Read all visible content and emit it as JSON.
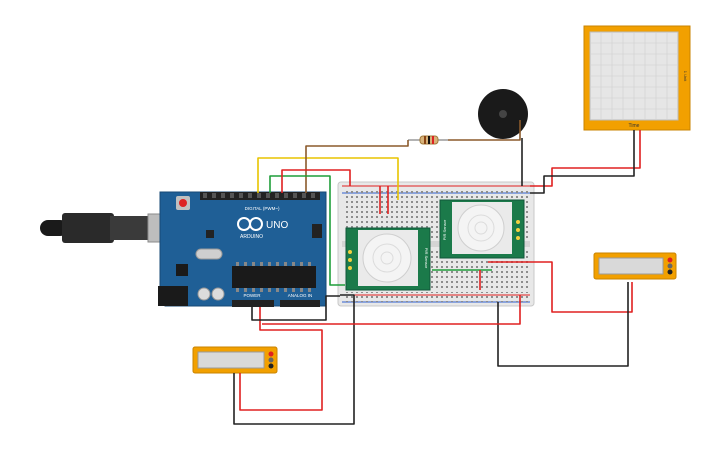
{
  "arduino": {
    "brand": "UNO",
    "logo": "ARDUINO",
    "digital_header": "DIGITAL (PWM~)",
    "power_header": "POWER",
    "analog_header": "ANALOG IN"
  },
  "oscilloscope": {
    "label": "Time",
    "side_label": "1 Unit"
  },
  "pir_sensors": [
    {
      "label": "PIR Sensor"
    },
    {
      "label": "PIR Sensor"
    }
  ],
  "multimeters": [
    {
      "name": "multimeter-right"
    },
    {
      "name": "multimeter-left"
    }
  ],
  "colors": {
    "board": "#1f5f96",
    "breadboard": "#e8e8e8",
    "pir": "#1b7a4a",
    "wire_red": "#e02020",
    "wire_black": "#222222",
    "wire_yellow": "#e8c400",
    "wire_green": "#1f9e3a",
    "wire_brown": "#8b5a2b",
    "meter_frame": "#f2a000"
  }
}
